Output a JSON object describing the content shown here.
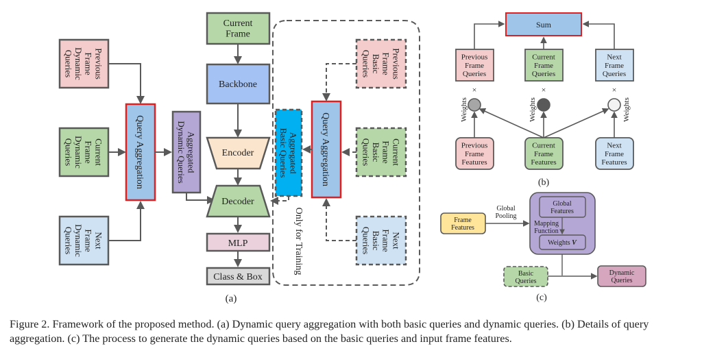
{
  "figure": {
    "colors": {
      "pink": "#f4cccc",
      "green": "#b6d7a8",
      "lightblue": "#cfe2f3",
      "blue": "#a4c2f4",
      "qa_blue": "#9fc5e8",
      "purple": "#b4a7d6",
      "peach": "#fce5cd",
      "mlp": "#ead1dc",
      "gray": "#d9d9d9",
      "cyan": "#00b0f0",
      "yellow": "#ffe599",
      "mauve": "#d5a6bd",
      "red": "#e02020",
      "stroke": "#595959"
    },
    "panel_a": {
      "label": "(a)",
      "prev_dynamic": [
        "Previous",
        "Frame",
        "Dynamic",
        "Queries"
      ],
      "cur_dynamic": [
        "Current",
        "Frame",
        "Dynamic",
        "Queries"
      ],
      "next_dynamic": [
        "Next",
        "Frame",
        "Dynamic",
        "Queries"
      ],
      "query_aggregation_left": "Query Aggregation",
      "aggregated_dynamic": [
        "Aggregated",
        "Dynamic Queries"
      ],
      "current_frame": [
        "Current",
        "Frame"
      ],
      "backbone": "Backbone",
      "encoder": "Encoder",
      "decoder": "Decoder",
      "mlp": "MLP",
      "class_box": "Class & Box",
      "aggregated_basic": [
        "Aggregated",
        "Basic Queries"
      ],
      "query_aggregation_right": "Query Aggregation",
      "prev_basic": [
        "Previous",
        "Frame",
        "Basic",
        "Queries"
      ],
      "cur_basic": [
        "Current",
        "Frame",
        "Basic",
        "Queries"
      ],
      "next_basic": [
        "Next",
        "Frame",
        "Basic",
        "Queries"
      ],
      "only_training": "Only for Training"
    },
    "panel_b": {
      "label": "(b)",
      "sum": "Sum",
      "prev_queries": [
        "Previous",
        "Frame",
        "Queries"
      ],
      "cur_queries": [
        "Current",
        "Frame",
        "Queries"
      ],
      "next_queries": [
        "Next",
        "Frame",
        "Queries"
      ],
      "times": "×",
      "weights": "Weights",
      "weight_colors": [
        "#a6a6a6",
        "#595959",
        "#f2f2f2"
      ],
      "prev_features": [
        "Previous",
        "Frame",
        "Features"
      ],
      "cur_features": [
        "Current",
        "Frame",
        "Features"
      ],
      "next_features": [
        "Next",
        "Frame",
        "Features"
      ]
    },
    "panel_c": {
      "label": "(c)",
      "frame_features": [
        "Frame",
        "Features"
      ],
      "global_pooling": [
        "Global",
        "Pooling"
      ],
      "global_features": [
        "Global",
        "Features"
      ],
      "mapping_function": [
        "Mapping",
        "Function"
      ],
      "weights_v": "Weights",
      "weights_v_symbol": "V",
      "basic_queries": [
        "Basic",
        "Queries"
      ],
      "dynamic_queries": [
        "Dynamic",
        "Queries"
      ]
    }
  },
  "caption": "Figure 2. Framework of the proposed method. (a) Dynamic query aggregation with both basic queries and dynamic queries. (b) Details of query aggregation. (c) The process to generate the dynamic queries based on the basic queries and input frame features."
}
